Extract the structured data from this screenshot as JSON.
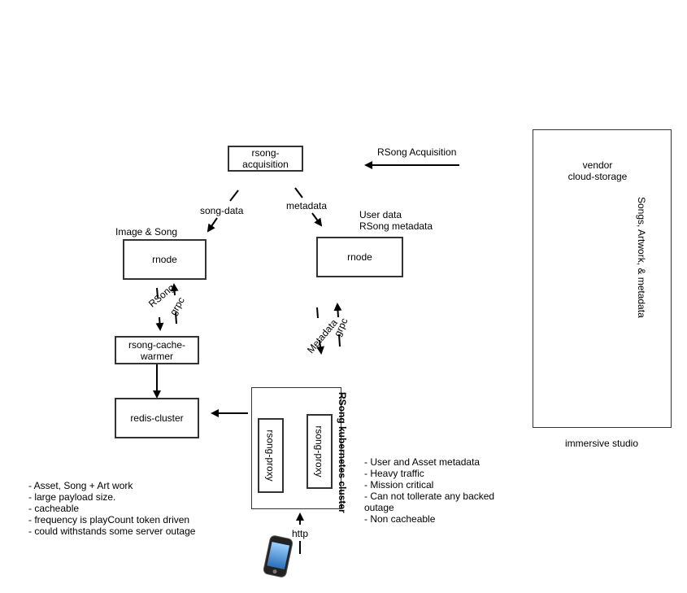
{
  "nodes": {
    "rsong_acquisition": "rsong-\nacquisition",
    "rnode_left": "rnode",
    "rnode_right": "rnode",
    "cache_warmer": "rsong-cache-\nwarmer",
    "redis_cluster": "redis-cluster",
    "proxy_1": "rsong-proxy",
    "proxy_2": "rsong-proxy",
    "vendor_storage": "vendor\ncloud-storage"
  },
  "labels": {
    "rsong_acquisition_arrow": "RSong Acquisition",
    "song_data": "song-data",
    "metadata": "metadata",
    "image_song": "Image & Song",
    "user_data": "User data",
    "rsong_metadata": "RSong metadata",
    "rsong_edge": "RSong",
    "grpc_left": "grpc",
    "metadata_edge": "Metadata",
    "grpc_right": "grpc",
    "http": "http",
    "k8s_cluster": "RSong kubernetes cluster",
    "songs_artwork": "Songs, Artwork, & metadata",
    "immersive_studio": "immersive studio"
  },
  "notes_left": [
    "-  Asset, Song + Art work",
    "- large payload size.",
    "- cacheable",
    "- frequency is playCount token driven",
    "- could withstands some server outage"
  ],
  "notes_right": [
    "- User and Asset metadata",
    "- Heavy traffic",
    "- Mission critical",
    "- Can not tollerate any backed",
    "outage",
    "- Non cacheable"
  ],
  "icons": {
    "server": "server-stack-icon",
    "phone": "smartphone-icon",
    "cloud": "cloud-icon"
  }
}
